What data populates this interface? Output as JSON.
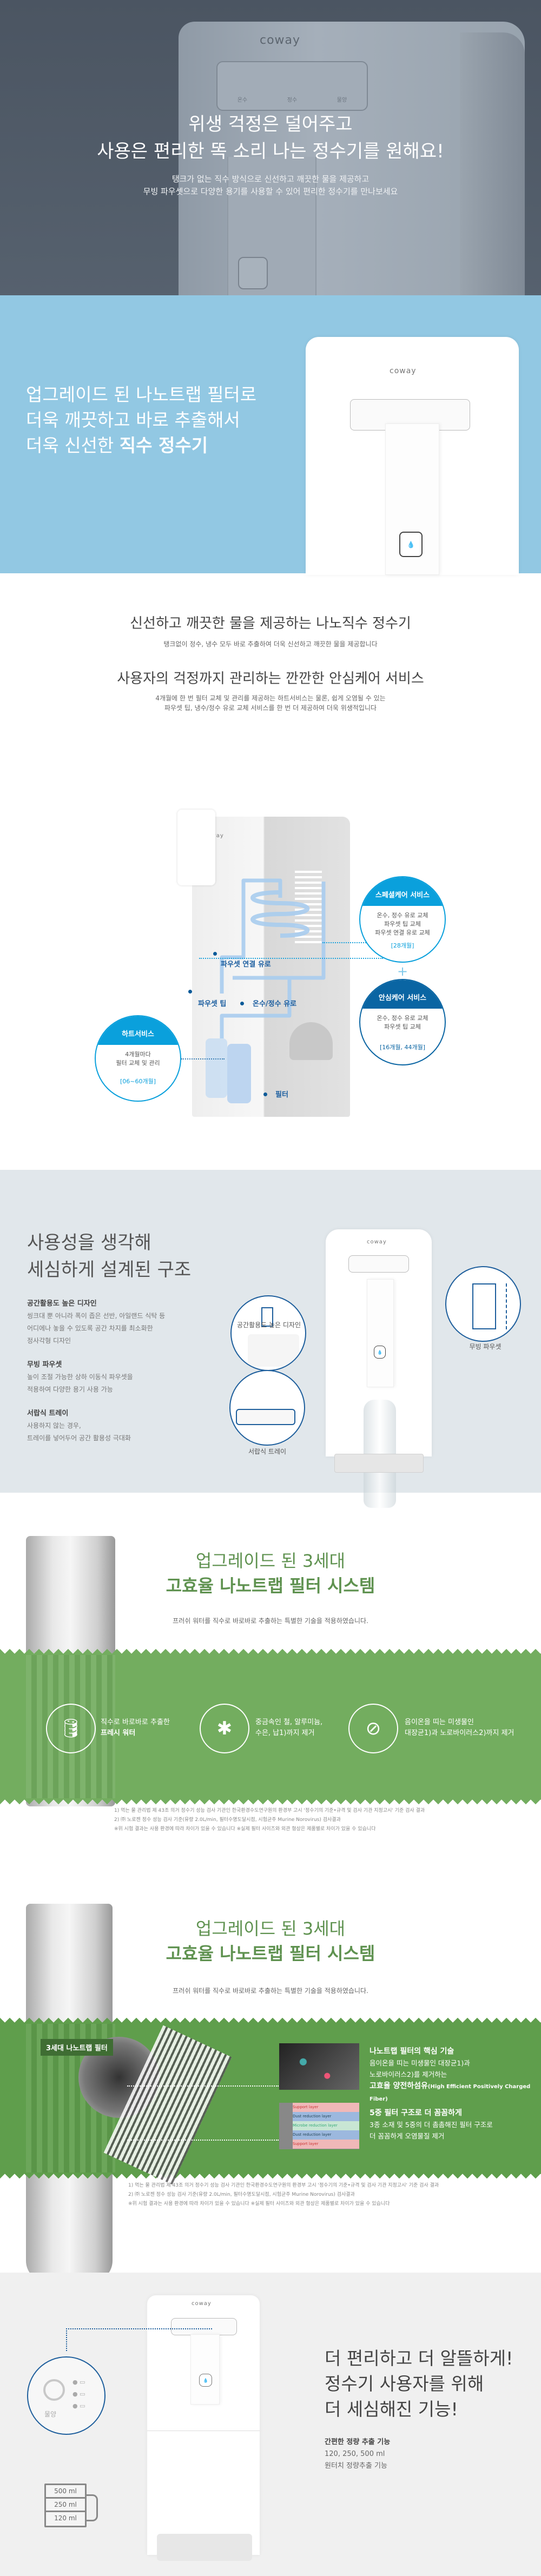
{
  "brand": "coway",
  "hero": {
    "title": [
      "위생 걱정은 덜어주고",
      "사용은 편리한 똑 소리 나는 정수기를 원해요!"
    ],
    "subtitle": [
      "탱크가 없는 직수 방식으로 신선하고 깨끗한 물을 제공하고",
      "무빙 파우셋으로 다양한 용기를 사용할 수 있어 편리한 정수기를 만나보세요"
    ],
    "panel": {
      "hot": "온수",
      "purified": "정수",
      "amount": "물양"
    }
  },
  "upgrade": {
    "lines": [
      "업그레이드 된 나노트랩 필터로",
      "더욱 깨끗하고 바로 추출해서",
      "더욱 신선한 "
    ],
    "highlight": "직수 정수기"
  },
  "intro": {
    "heading1": "신선하고 깨끗한 물을 제공하는 나노직수 정수기",
    "sub1": "탱크없이 정수, 냉수 모두 바로 추출하여 더욱 신선하고 깨끗한 물을 제공합니다",
    "heading2": "사용자의 걱정까지 관리하는 깐깐한 안심케어 서비스",
    "sub2": [
      "4개월에 한 번 필터 교체 및 관리를 제공하는 하트서비스는 물론, 쉽게 오염될 수 있는",
      "파우셋 팁, 냉수/정수 유로 교체 서비스를 한 번 더 제공하여 더욱 위생적입니다"
    ]
  },
  "diagram": {
    "labels": {
      "faucet_path": "파우셋 연결 유로",
      "faucet_tip": "파우셋 팁",
      "water_path": "온수/정수 유로",
      "filter": "필터"
    },
    "services": [
      {
        "title": "스페셜케어 서비스",
        "items": [
          "온수, 정수 유로 교체",
          "파우셋 팁 교체",
          "파우셋 연결 유로 교체"
        ],
        "period": "[28개월]",
        "color": "#0aa0dc"
      },
      {
        "title": "안심케어 서비스",
        "items": [
          "온수, 정수 유로 교체",
          "파우셋 팁 교체"
        ],
        "period": "[16개월, 44개월]",
        "color": "#0a65a3"
      },
      {
        "title": "하트서비스",
        "items": [
          "4개월마다",
          "필터 교체 및 관리"
        ],
        "period": "[06~60개월]",
        "color": "#0aa0dc"
      }
    ],
    "plus": "+"
  },
  "usability": {
    "heading": [
      "사용성을 생각해",
      "세심하게 설계된 구조"
    ],
    "items": [
      {
        "title": "공간활용도 높은 디자인",
        "lines": [
          "씽크대 뿐 아니라 폭이 좁은 선반, 아일랜드 식탁 등",
          "어디에나 놓을 수 있도록 공간 차지를 최소화한",
          "정사각형 디자인"
        ]
      },
      {
        "title": "무빙 파우셋",
        "lines": [
          "높이 조절 가능한 상하 이동식 파우셋을",
          "적용하여 다양한 용기 사용 가능"
        ]
      },
      {
        "title": "서랍식 트레이",
        "lines": [
          "사용하지 않는 경우,",
          "트레이를 넣어두어 공간 활용성 극대화"
        ]
      }
    ],
    "callouts": [
      "공간활용도 높은 디자인",
      "무빙 파우셋",
      "서랍식 트레이"
    ]
  },
  "filter1": {
    "heading": [
      "업그레이드 된 3세대",
      "고효율 나노트랩 필터 시스템"
    ],
    "sub": "프러쉬 워터를 직수로 바로바로 추출하는 특별한 기술을 적용하였습니다.",
    "features": [
      {
        "line1": "직수로 바로바로 추출한",
        "line2": "프레시 워터"
      },
      {
        "line1": "중금속인 철, 알루미늄,",
        "line2": "수은, 납1)까지 제거"
      },
      {
        "line1": "음이온을 띠는 미생물인",
        "line2": "대장균1)과 노로바이러스2)까지 제거"
      }
    ],
    "footnotes": [
      "1) 먹는 물 관리법 제 43조 의거 정수기 성능 검사 기관인 한국환경수도연구원의 환경부 고시 '정수기의 기준•규격 및 검사 기관 지정고시' 기준 검사 결과",
      "2) ㈜ 노로젠 정수 성능 검사 기준(유량 2.0L/min, 필터수명도달시점, 시험균주 Murine Norovirus) 검사결과",
      "※위 시험 결과는 사용 환경에 따라 차이가 있을 수 있습니다  ※실제 필터 사이즈와 외관 형상은 제품별로 차이가 있을 수 있습니다"
    ],
    "color": "#73ad5f"
  },
  "filter2": {
    "heading": [
      "업그레이드 된 3세대",
      "고효율 나노트랩 필터 시스템"
    ],
    "sub": "프러쉬 워터를 직수로 바로바로 추출하는 특별한 기술을 적용하였습니다.",
    "tag": "3세대 나노트랩 필터",
    "tech": {
      "title": "나노트랩 필터의 핵심 기술",
      "lines": [
        "음이온을 띠는 미생물인 대장균1)과",
        "노로바이러스2)를 제거하는"
      ],
      "bold": "고효율 양전하섬유",
      "en": "(High Efficient Positively Charged Fiber)"
    },
    "layers": {
      "title": "5중 필터 구조로 더 꼼꼼하게",
      "lines": [
        "3종 소재 및 5중의 더 촘촘해진 필터 구조로",
        "더 꼼꼼하게 오염물질 제거"
      ],
      "names": [
        "Support layer",
        "Dust reduction layer",
        "Microbe reduction layer",
        "Dust reduction layer",
        "Support layer"
      ]
    },
    "footnotes": [
      "1) 먹는 물 관리법 제 43조 의거 정수기 성능 검사 기관인 한국환경수도연구원의 환경부 고시 '정수기의 기준•규격 및 검사 기관 지정고시' 기준 검사 결과",
      "2) ㈜ 노로젠 정수 성능 검사 기준(유량 2.0L/min, 필터수명도달시점, 시험균주 Murine Norovirus) 검사결과",
      "※위 시험 결과는 사용 환경에 따라 차이가 있을 수 있습니다  ※실제 필터 사이즈와 외관 형상은 제품별로 차이가 있을 수 있습니다"
    ],
    "color": "#5f9e4c"
  },
  "convenience": {
    "heading": [
      "더 편리하고 더 알뜰하게!",
      "정수기 사용자를 위해",
      "더 세심해진 기능!"
    ],
    "feature_title": "간편한 정량 추출 기능",
    "feature_lines": [
      "120, 250, 500 ml",
      "원터치 정량추출 기능"
    ],
    "panel_label": "물양",
    "cup": [
      "500 ml",
      "250 ml",
      "120 ml"
    ]
  }
}
